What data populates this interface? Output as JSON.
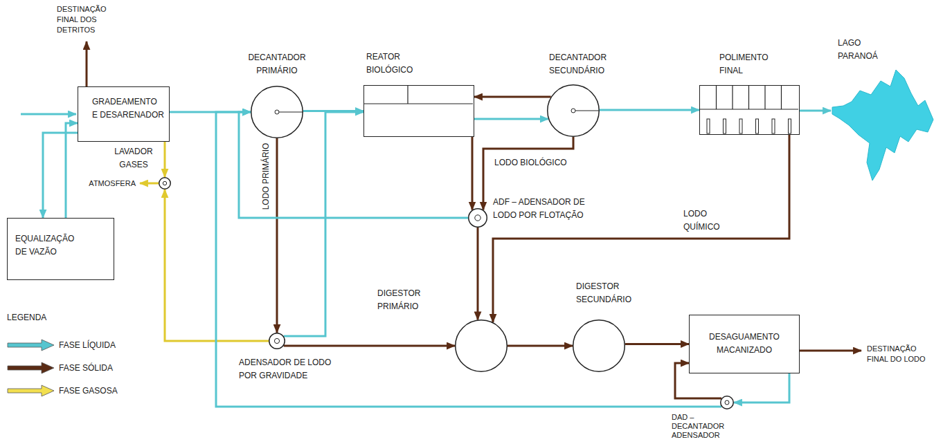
{
  "diagram": {
    "nodes": [
      {
        "text": [
          "GRADEAMENTO E DESARENADOR"
        ]
      },
      {
        "text": [
          "DECANTADOR PRIMÁRIO"
        ]
      },
      {
        "text": [
          "REATOR BIOLÓGICO"
        ]
      },
      {
        "text": [
          "DECANTADOR SECUNDÁRIO"
        ]
      },
      {
        "text": [
          "POLIMENTO FINAL"
        ]
      },
      {
        "text": [
          "LAGO PARANOÁ"
        ]
      },
      {
        "text": [
          "EQUALIZAÇÃO DE VAZÃO"
        ]
      },
      {
        "text": [
          "LAVADOR GASES"
        ]
      },
      {
        "text": [
          "ADF – ADENSADOR DE LODO POR FLOTAÇÃO"
        ]
      },
      {
        "text": [
          "ADENSADOR DE LODO POR GRAVIDADE"
        ]
      },
      {
        "text": [
          "DIGESTOR PRIMÁRIO"
        ]
      },
      {
        "text": [
          "DIGESTOR SECUNDÁRIO"
        ]
      },
      {
        "text": [
          "DESAGUAMENTO MACANIZADO"
        ]
      },
      {
        "text": [
          "DAD – DECANTADOR ADENSADOR"
        ]
      }
    ],
    "edges": [
      {
        "from": 0,
        "to": 6,
        "arrow": "to"
      },
      {
        "from": 6,
        "to": 0,
        "arrow": "to"
      },
      {
        "from": 0,
        "to": 1,
        "arrow": "to"
      },
      {
        "from": 1,
        "to": 2,
        "arrow": "to"
      },
      {
        "from": 2,
        "to": 3,
        "arrow": "to"
      },
      {
        "from": 3,
        "to": 2,
        "arrow": "to"
      },
      {
        "from": 3,
        "to": 4,
        "arrow": "to"
      },
      {
        "from": 4,
        "to": 5,
        "arrow": "to"
      },
      {
        "from": 1,
        "to": 9,
        "arrow": "to",
        "label": "LODO PRIMÁRIO"
      },
      {
        "from": 2,
        "to": 8,
        "arrow": "to"
      },
      {
        "from": 3,
        "to": 8,
        "arrow": "to",
        "label": "LODO BIOLÓGICO"
      },
      {
        "from": 8,
        "to": 10,
        "arrow": "to"
      },
      {
        "from": 4,
        "to": 10,
        "arrow": "to",
        "label": "LODO QUÍMICO"
      },
      {
        "from": 8,
        "to": 1,
        "arrow": "to"
      },
      {
        "from": 9,
        "to": 2,
        "arrow": "to"
      },
      {
        "from": 9,
        "to": 7,
        "arrow": "to"
      },
      {
        "from": 0,
        "to": 7,
        "arrow": "to"
      },
      {
        "from": 9,
        "to": 10,
        "arrow": "to"
      },
      {
        "from": 10,
        "to": 11,
        "arrow": "to"
      },
      {
        "from": 11,
        "to": 12,
        "arrow": "to"
      },
      {
        "from": 12,
        "to": 13,
        "arrow": "to"
      },
      {
        "from": 13,
        "to": 12,
        "arrow": "to"
      },
      {
        "from": 13,
        "to": 1,
        "arrow": "to"
      }
    ],
    "labels": [
      "DESTINAÇÃO FINAL DOS DETRITOS",
      "ATMOSFERA",
      "DESTINAÇÃO FINAL DO LODO",
      "LEGENDA"
    ],
    "legend": [
      {
        "text": "FASE LÍQUIDA",
        "color": "#56c5cf"
      },
      {
        "text": "FASE SÓLIDA",
        "color": "#5a2b14"
      },
      {
        "text": "FASE GASOSA",
        "color": "#f2df4f"
      }
    ]
  }
}
